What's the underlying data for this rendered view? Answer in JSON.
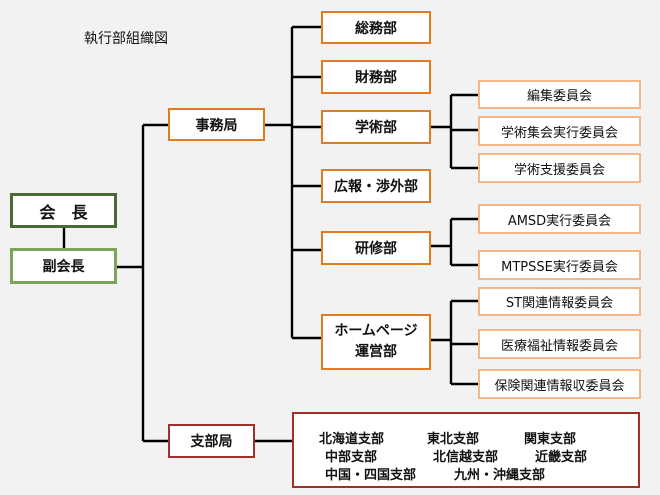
{
  "title": "執行部組織図",
  "president": "会　長",
  "vice_president": "副会長",
  "secretariat": "事務局",
  "branch_office": "支部局",
  "departments": {
    "general_affairs": "総務部",
    "finance": "財務部",
    "academic": "学術部",
    "pr": "広報・渉外部",
    "training": "研修部",
    "homepage_line1": "ホームページ",
    "homepage_line2": "運営部"
  },
  "committees": {
    "editorial": "編集委員会",
    "academic_meeting": "学術集会実行委員会",
    "academic_support": "学術支援委員会",
    "amsd": "AMSD実行委員会",
    "mtpsse": "MTPSSE実行委員会",
    "st_info": "ST関連情報委員会",
    "medical_welfare": "医療福祉情報委員会",
    "insurance": "保険関連情報収委員会"
  },
  "branches": {
    "hokkaido": "北海道支部",
    "tohoku": "東北支部",
    "kanto": "関東支部",
    "chubu": "中部支部",
    "hokushinetsu": "北信越支部",
    "kinki": "近畿支部",
    "chugoku_shikoku": "中国・四国支部",
    "kyushu_okinawa": "九州・沖縄支部"
  }
}
